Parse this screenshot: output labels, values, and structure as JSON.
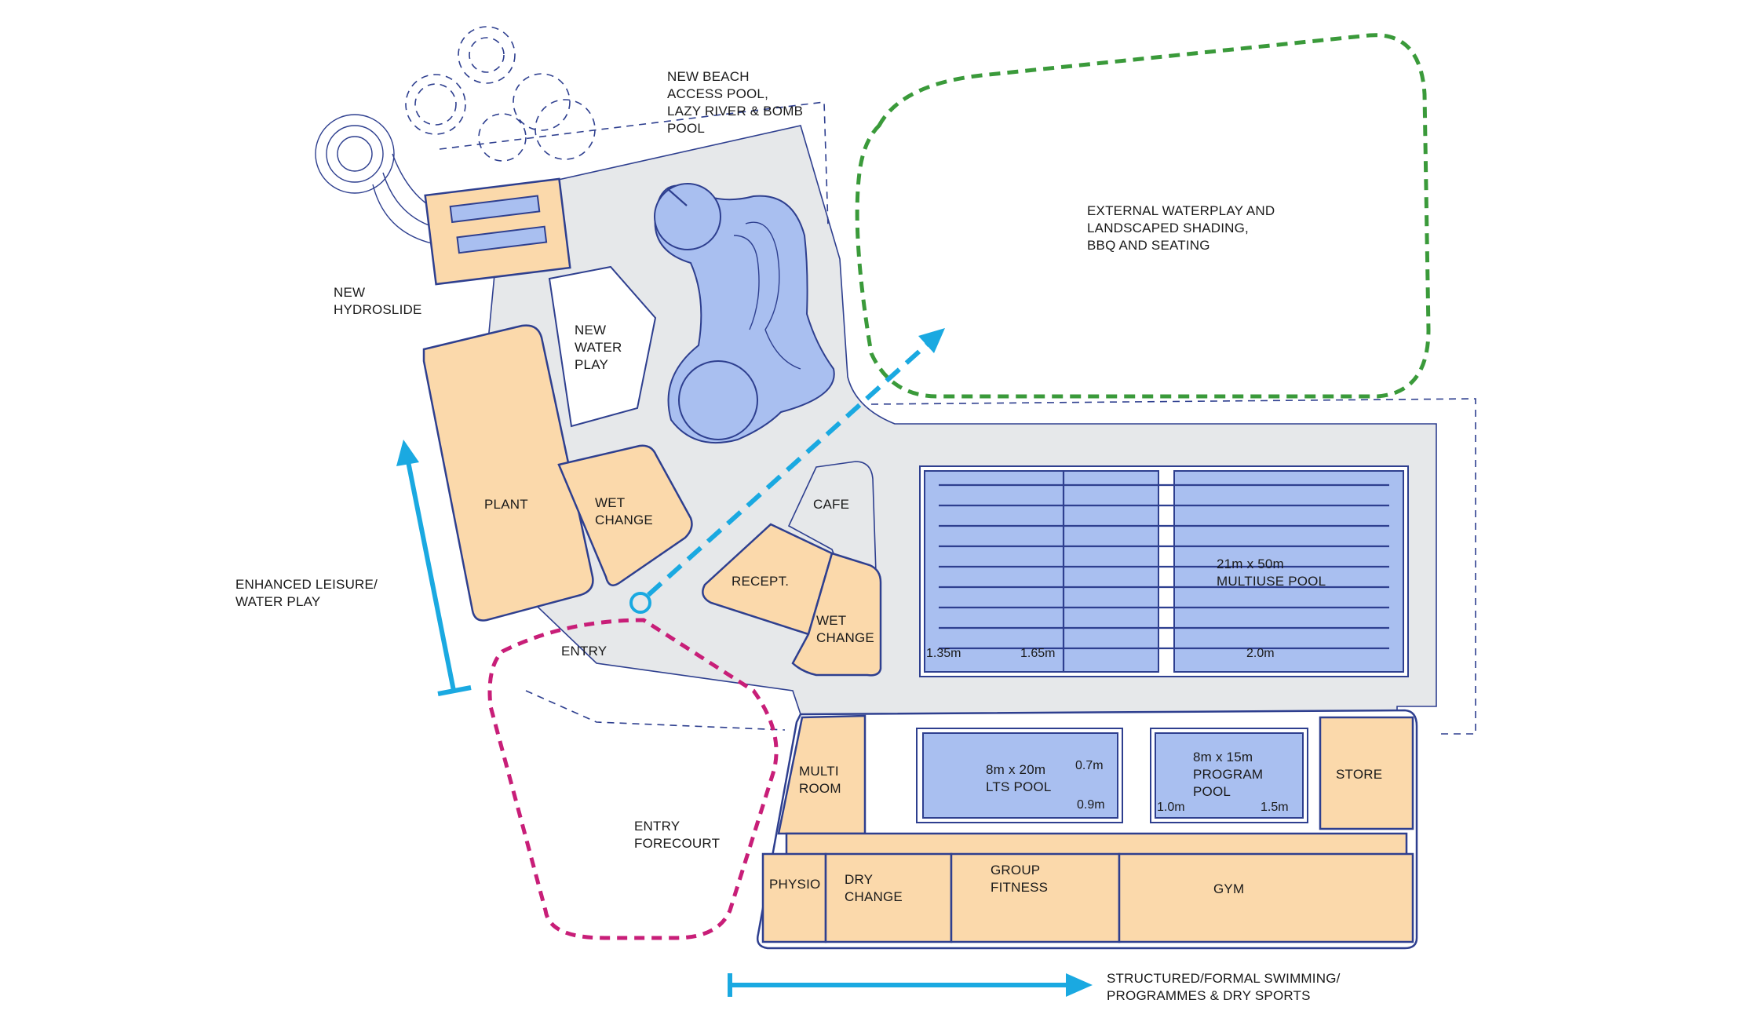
{
  "diagram": {
    "labels": {
      "new_beach": [
        "NEW BEACH",
        "ACCESS POOL,",
        "LAZY RIVER & BOMB",
        "POOL"
      ],
      "external": [
        "EXTERNAL WATERPLAY AND",
        "LANDSCAPED SHADING,",
        "BBQ AND SEATING"
      ],
      "hydroslide": [
        "NEW",
        "HYDROSLIDE"
      ],
      "water_play": [
        "NEW",
        "WATER",
        "PLAY"
      ],
      "plant": "PLANT",
      "wet_change_1": [
        "WET",
        "CHANGE"
      ],
      "cafe": "CAFE",
      "recept": "RECEPT.",
      "wet_change_2": [
        "WET",
        "CHANGE"
      ],
      "enhanced": [
        "ENHANCED LEISURE/",
        "WATER PLAY"
      ],
      "entry": "ENTRY",
      "entry_forecourt": [
        "ENTRY",
        "FORECOURT"
      ],
      "multiuse_pool": [
        "21m x 50m",
        "MULTIUSE POOL"
      ],
      "depth_a": "1.35m",
      "depth_b": "1.65m",
      "depth_c": "2.0m",
      "multi_room": [
        "MULTI",
        "ROOM"
      ],
      "lts_pool": [
        "8m x 20m",
        "LTS POOL"
      ],
      "lts_depth_a": "0.7m",
      "lts_depth_b": "0.9m",
      "program_pool": [
        "8m x 15m",
        "PROGRAM",
        "POOL"
      ],
      "prog_depth_a": "1.0m",
      "prog_depth_b": "1.5m",
      "store": "STORE",
      "physio": "PHYSIO",
      "dry_change": [
        "DRY",
        "CHANGE"
      ],
      "group_fitness": [
        "GROUP",
        "FITNESS"
      ],
      "gym": "GYM",
      "structured": [
        "STRUCTURED/FORMAL SWIMMING/",
        "PROGRAMMES & DRY SPORTS"
      ]
    },
    "colors": {
      "room_fill": "#fbd9ab",
      "pool_fill": "#a9bff0",
      "outline": "#2e3f8f",
      "arrow_cyan": "#1aa9e1",
      "zone_green": "#3a9a3a",
      "zone_magenta": "#c81e78",
      "deck": "#e6e8ea"
    }
  }
}
